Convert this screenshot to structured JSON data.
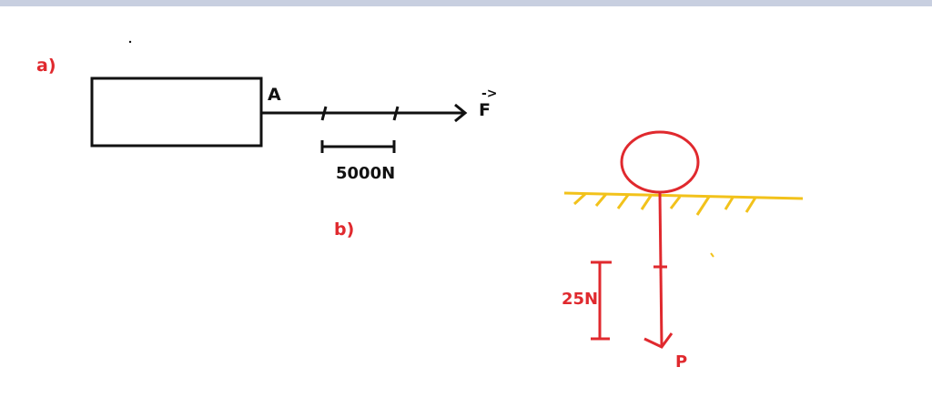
{
  "labels": {
    "part_a": "a)",
    "part_b": "b)",
    "point_a": "A",
    "force_f": "F",
    "force_f_arrow": "->",
    "scale_a": "5000N",
    "scale_b": "25N",
    "weight_p": "P"
  },
  "colors": {
    "ink_black": "#111111",
    "ink_red": "#e0292e",
    "ground_yellow": "#f2c21b",
    "top_bar": "#c8cfe0"
  }
}
